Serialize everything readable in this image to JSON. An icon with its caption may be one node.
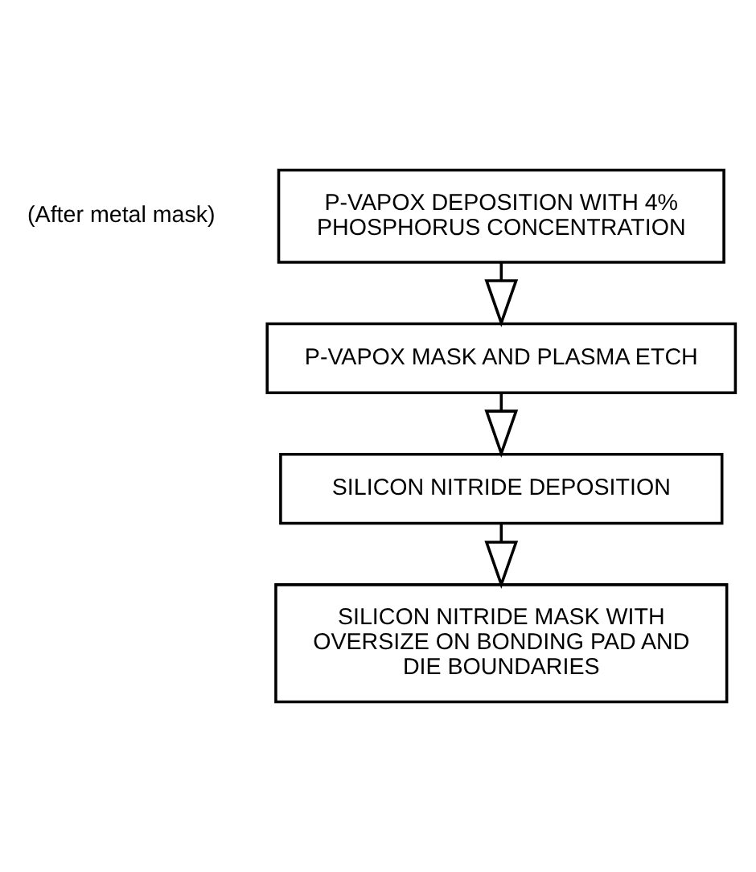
{
  "diagram": {
    "nodes": [
      {
        "text": [
          "P-VAPOX DEPOSITION WITH 4% PHOSPHORUS CONCENTRATION"
        ]
      },
      {
        "text": [
          "P-VAPOX MASK AND PLASMA ETCH"
        ]
      },
      {
        "text": [
          "SILICON NITRIDE DEPOSITION"
        ]
      },
      {
        "text": [
          "SILICON NITRIDE MASK WITH OVERSIZE ON BONDING PAD AND DIE BOUNDARIES"
        ]
      }
    ],
    "edges": [
      {
        "from": 0,
        "to": 1,
        "arrow": "to"
      },
      {
        "from": 1,
        "to": 2,
        "arrow": "to"
      },
      {
        "from": 2,
        "to": 3,
        "arrow": "to"
      }
    ],
    "labels": [
      "(After metal mask)"
    ]
  }
}
